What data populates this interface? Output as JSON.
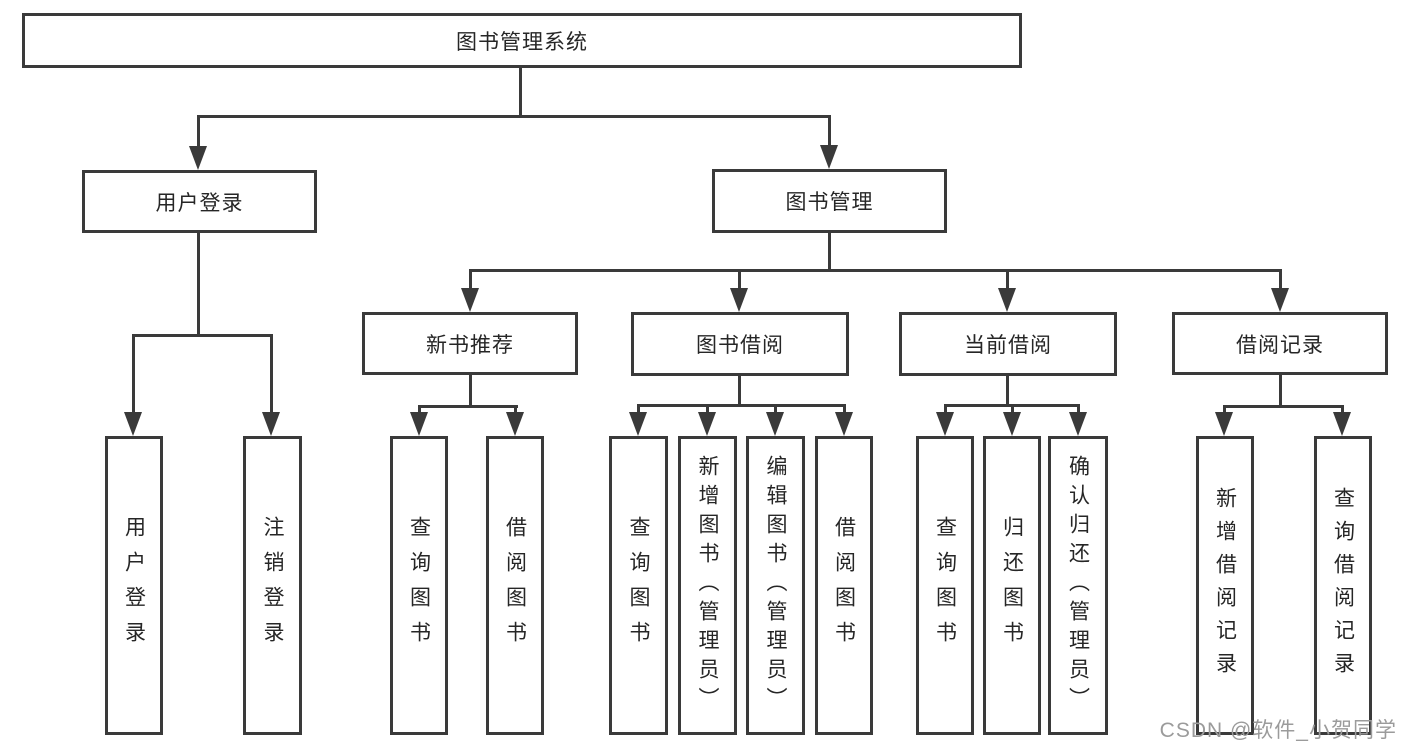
{
  "diagram": {
    "title": "图书管理系统",
    "branches": [
      {
        "label": "用户登录",
        "children": [
          {
            "label": "用户登录"
          },
          {
            "label": "注销登录"
          }
        ]
      },
      {
        "label": "图书管理",
        "children": [
          {
            "label": "新书推荐",
            "children": [
              {
                "label": "查询图书"
              },
              {
                "label": "借阅图书"
              }
            ]
          },
          {
            "label": "图书借阅",
            "children": [
              {
                "label": "查询图书"
              },
              {
                "label": "新增图书（管理员）"
              },
              {
                "label": "编辑图书（管理员）"
              },
              {
                "label": "借阅图书"
              }
            ]
          },
          {
            "label": "当前借阅",
            "children": [
              {
                "label": "查询图书"
              },
              {
                "label": "归还图书"
              },
              {
                "label": "确认归还（管理员）"
              }
            ]
          },
          {
            "label": "借阅记录",
            "children": [
              {
                "label": "新增借阅记录"
              },
              {
                "label": "查询借阅记录"
              }
            ]
          }
        ]
      }
    ]
  },
  "watermark": {
    "text": "CSDN @软件_小贺同学"
  },
  "colors": {
    "line": "#3a3a3a",
    "text": "#262626",
    "background": "#ffffff",
    "watermark": "#9b9b9b"
  }
}
